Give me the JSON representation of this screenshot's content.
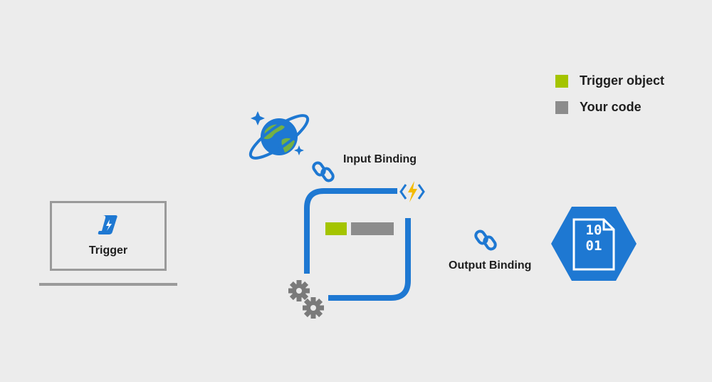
{
  "legend": {
    "items": [
      {
        "label": "Trigger object",
        "color": "#a4c400"
      },
      {
        "label": "Your code",
        "color": "#8c8c8c"
      }
    ]
  },
  "labels": {
    "trigger": "Trigger",
    "input_binding": "Input Binding",
    "output_binding": "Output Binding"
  },
  "blob": {
    "line1": "10",
    "line2": "01"
  },
  "icons": {
    "cosmos": "cosmos-db-icon",
    "link_input": "link-icon",
    "link_output": "link-icon",
    "function": "azure-function-icon",
    "gears": "gears-icon",
    "trigger_scroll": "trigger-scroll-icon",
    "blob": "blob-storage-icon"
  },
  "colors": {
    "azure_blue": "#1e78d2",
    "lightning": "#f4bb00",
    "globe_green": "#74b043",
    "frame_gray": "#9a9a9a"
  }
}
